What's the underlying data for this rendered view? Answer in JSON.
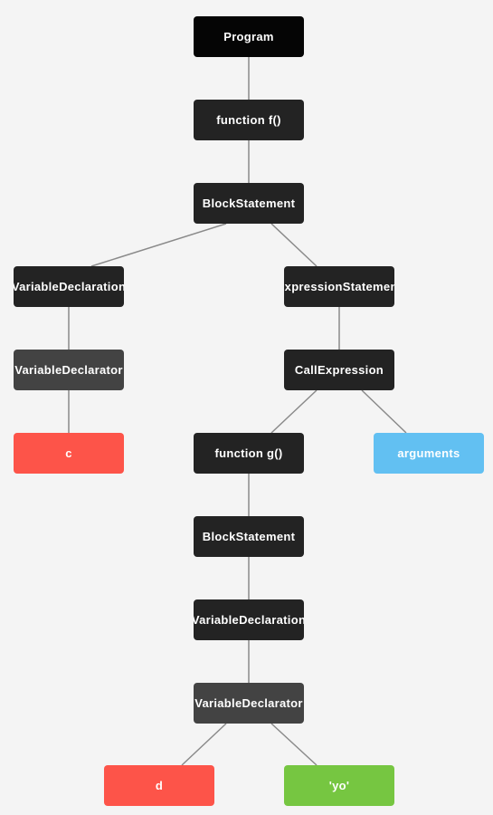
{
  "colors": {
    "background": "#f4f4f4",
    "edge": "#8a8a8a",
    "root": "#050505",
    "statement_node": "#232323",
    "declarator_node": "#434343",
    "identifier_leaf": "#fd5449",
    "arguments_leaf": "#62c0f2",
    "literal_leaf": "#76c641"
  },
  "tree": {
    "nodes": [
      {
        "id": "n0",
        "label": "Program",
        "kind": "root"
      },
      {
        "id": "n1",
        "label": "function f()",
        "kind": "dark"
      },
      {
        "id": "n2",
        "label": "BlockStatement",
        "kind": "dark"
      },
      {
        "id": "n3",
        "label": "VariableDeclaration",
        "kind": "dark"
      },
      {
        "id": "n4",
        "label": "ExpressionStatement",
        "kind": "dark"
      },
      {
        "id": "n5",
        "label": "VariableDeclarator",
        "kind": "mid"
      },
      {
        "id": "n6",
        "label": "CallExpression",
        "kind": "dark"
      },
      {
        "id": "n7",
        "label": "c",
        "kind": "red"
      },
      {
        "id": "n8",
        "label": "function g()",
        "kind": "dark"
      },
      {
        "id": "n9",
        "label": "arguments",
        "kind": "blue"
      },
      {
        "id": "n10",
        "label": "BlockStatement",
        "kind": "dark"
      },
      {
        "id": "n11",
        "label": "VariableDeclaration",
        "kind": "dark"
      },
      {
        "id": "n12",
        "label": "VariableDeclarator",
        "kind": "mid"
      },
      {
        "id": "n13",
        "label": "d",
        "kind": "red"
      },
      {
        "id": "n14",
        "label": "'yo'",
        "kind": "green"
      }
    ],
    "edges": [
      [
        "n0",
        "n1"
      ],
      [
        "n1",
        "n2"
      ],
      [
        "n2",
        "n3"
      ],
      [
        "n2",
        "n4"
      ],
      [
        "n3",
        "n5"
      ],
      [
        "n5",
        "n7"
      ],
      [
        "n4",
        "n6"
      ],
      [
        "n6",
        "n8"
      ],
      [
        "n6",
        "n9"
      ],
      [
        "n8",
        "n10"
      ],
      [
        "n10",
        "n11"
      ],
      [
        "n11",
        "n12"
      ],
      [
        "n12",
        "n13"
      ],
      [
        "n12",
        "n14"
      ]
    ]
  }
}
